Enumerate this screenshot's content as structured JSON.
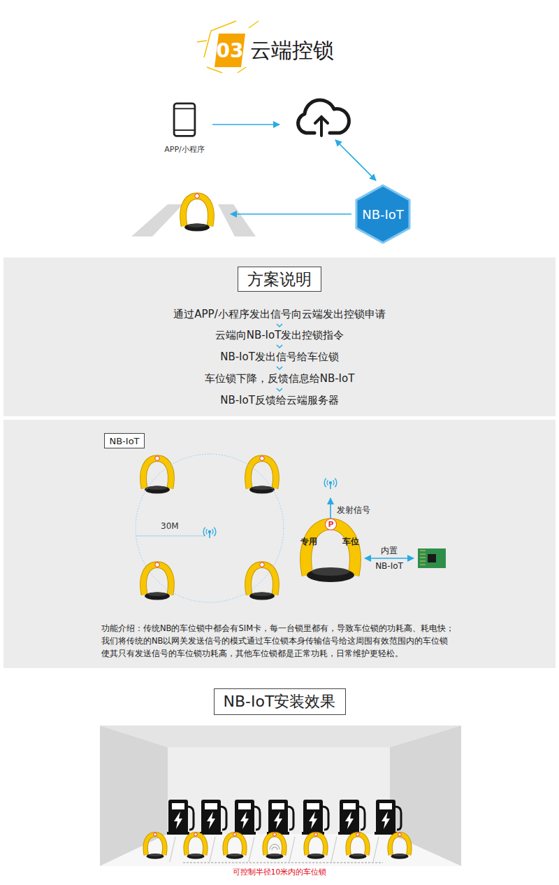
{
  "diagram": {
    "title": "云端控锁",
    "caption": "可控制半径10米内的车位锁",
    "nodes": [
      {
        "text": [
          "03"
        ]
      },
      {
        "text": [
          "APP/小程序"
        ]
      },
      {
        "text": [
          "NB-IoT"
        ]
      },
      {
        "text": [
          "方案说明"
        ]
      },
      {
        "text": [
          "NB-IoT"
        ]
      },
      {
        "text": [
          "30M"
        ]
      },
      {
        "text": [
          "专用",
          "P",
          "车位"
        ]
      },
      {
        "text": [
          "NB-IoT安装效果"
        ]
      }
    ],
    "labels": [
      "通过APP/小程序发出信号向云端发出控锁申请",
      "云端向NB-IoT发出控锁指令",
      "NB-IoT发出信号给车位锁",
      "车位锁下降，反馈信息给NB-IoT",
      "NB-IoT反馈给云端服务器",
      "发射信号",
      "内置 NB-IoT",
      "功能介绍：传统NB的车位锁中都会有SIM卡，每一台锁里都有，导致车位锁的功耗高、耗电快；",
      "我们将传统的NB以网关发送信号的模式通过车位锁本身传输信号给这周围有效范围内的车位锁",
      "使其只有发送信号的车位锁功耗高，其他车位锁都是正常功耗，日常维护更轻松。"
    ]
  }
}
